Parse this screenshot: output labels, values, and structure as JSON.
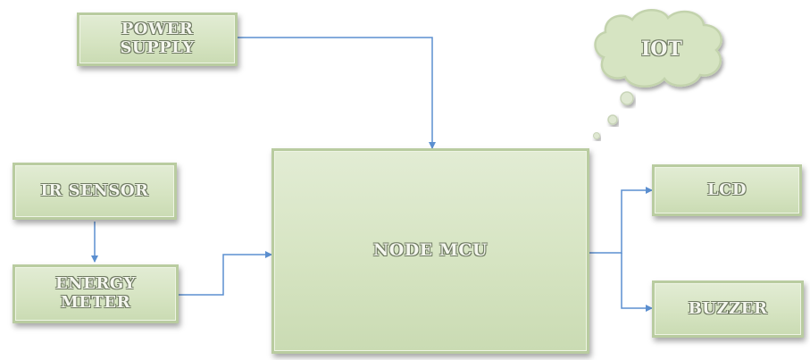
{
  "blocks": {
    "power_supply": {
      "line1": "POWER",
      "line2": "SUPPLY"
    },
    "iot": "IOT",
    "ir_sensor": "IR SENSOR",
    "energy_meter": {
      "line1": "ENERGY",
      "line2": "METER"
    },
    "node_mcu": "NODE MCU",
    "lcd": "LCD",
    "buzzer": "BUZZER"
  },
  "colors": {
    "block_fill": "#d6e4c2",
    "block_border": "#b9cca0",
    "connector": "#5b8fd0",
    "cloud_fill": "#d6e4c2"
  }
}
